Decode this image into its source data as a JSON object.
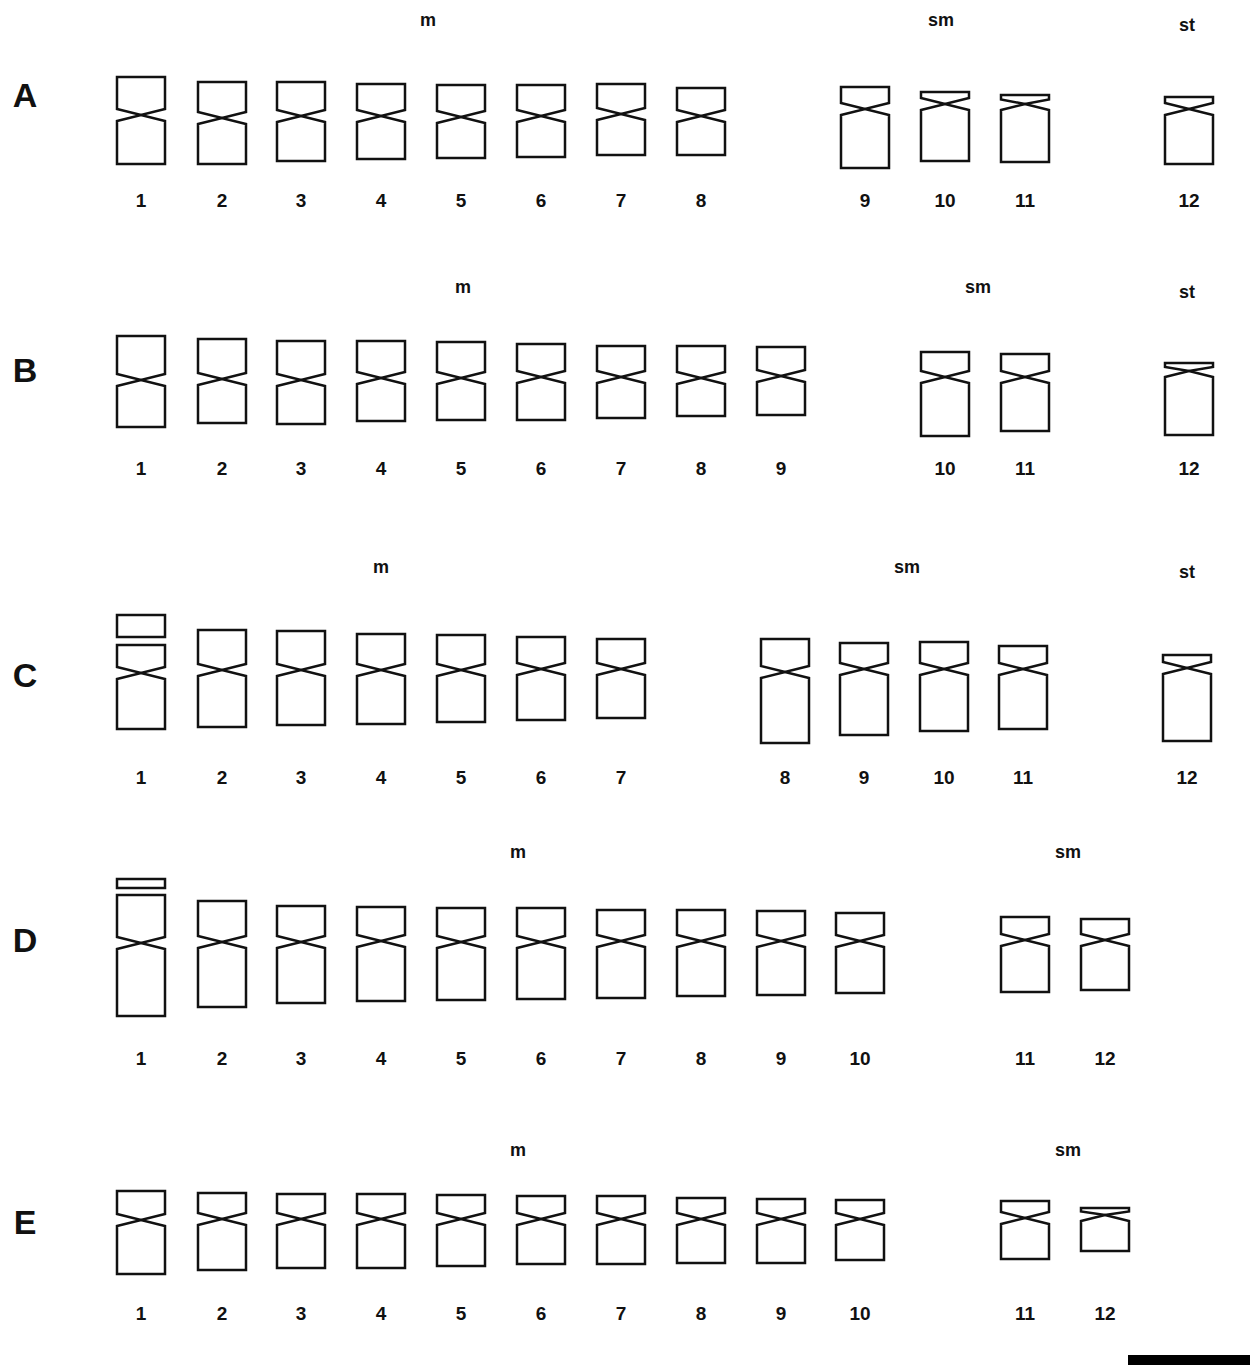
{
  "diagram": {
    "labels": [
      "m",
      "sm",
      "st",
      "A",
      "1",
      "2",
      "3",
      "4",
      "5",
      "6",
      "7",
      "8",
      "9",
      "10",
      "11",
      "12",
      "m",
      "sm",
      "st",
      "B",
      "1",
      "2",
      "3",
      "4",
      "5",
      "6",
      "7",
      "8",
      "9",
      "10",
      "11",
      "12",
      "m",
      "sm",
      "st",
      "C",
      "1",
      "2",
      "3",
      "4",
      "5",
      "6",
      "7",
      "8",
      "9",
      "10",
      "11",
      "12",
      "m",
      "sm",
      "D",
      "1",
      "2",
      "3",
      "4",
      "5",
      "6",
      "7",
      "8",
      "9",
      "10",
      "11",
      "12",
      "m",
      "sm",
      "E",
      "1",
      "2",
      "3",
      "4",
      "5",
      "6",
      "7",
      "8",
      "9",
      "10",
      "11",
      "12"
    ]
  }
}
